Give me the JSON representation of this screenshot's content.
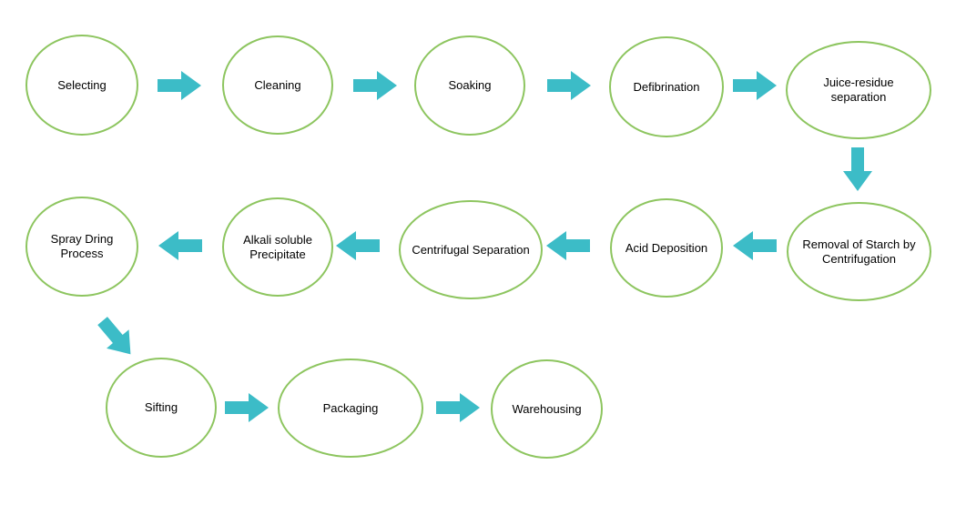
{
  "colors": {
    "node_border": "#8dc55f",
    "arrow_fill": "#3cbcc7",
    "text": "#000000",
    "background": "#ffffff"
  },
  "steps": [
    {
      "id": "selecting",
      "label": "Selecting"
    },
    {
      "id": "cleaning",
      "label": "Cleaning"
    },
    {
      "id": "soaking",
      "label": "Soaking"
    },
    {
      "id": "defibrination",
      "label": "Defibrination"
    },
    {
      "id": "juice-residue-separation",
      "label": "Juice-residue\nseparation"
    },
    {
      "id": "removal-of-starch",
      "label": "Removal of Starch by\nCentrifugation"
    },
    {
      "id": "acid-deposition",
      "label": "Acid Deposition"
    },
    {
      "id": "centrifugal-separation",
      "label": "Centrifugal Separation"
    },
    {
      "id": "alkali-soluble-precipitate",
      "label": "Alkali soluble\nPrecipitate"
    },
    {
      "id": "spray-dring-process",
      "label": "Spray Dring\nProcess"
    },
    {
      "id": "sifting",
      "label": "Sifting"
    },
    {
      "id": "packaging",
      "label": "Packaging"
    },
    {
      "id": "warehousing",
      "label": "Warehousing"
    }
  ],
  "flow": [
    [
      "selecting",
      "cleaning"
    ],
    [
      "cleaning",
      "soaking"
    ],
    [
      "soaking",
      "defibrination"
    ],
    [
      "defibrination",
      "juice-residue-separation"
    ],
    [
      "juice-residue-separation",
      "removal-of-starch"
    ],
    [
      "removal-of-starch",
      "acid-deposition"
    ],
    [
      "acid-deposition",
      "centrifugal-separation"
    ],
    [
      "centrifugal-separation",
      "alkali-soluble-precipitate"
    ],
    [
      "alkali-soluble-precipitate",
      "spray-dring-process"
    ],
    [
      "spray-dring-process",
      "sifting"
    ],
    [
      "sifting",
      "packaging"
    ],
    [
      "packaging",
      "warehousing"
    ]
  ]
}
